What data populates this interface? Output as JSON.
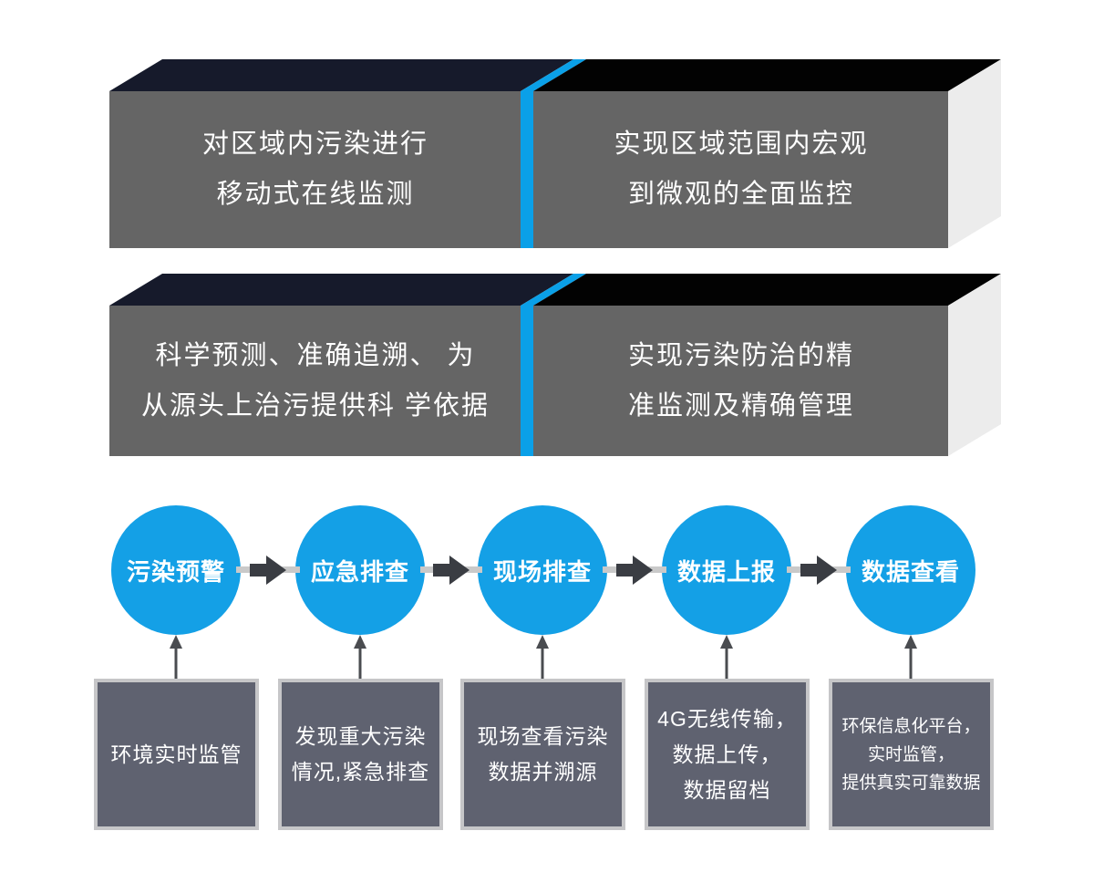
{
  "colors": {
    "accent_blue": "#14a0e6",
    "stripe_blue": "#0aa0e8",
    "banner_front_gray": "#656565",
    "banner_top_navy": "#161a2b",
    "banner_top_black": "#020202",
    "banner_side_light": "#ececec",
    "box_fill": "#5f6270",
    "box_border": "#c6c6c8",
    "connector_gray": "#c9c9c9",
    "arrow_dark": "#3a3d43",
    "up_arrow_dark": "#4a4c50"
  },
  "banners": [
    {
      "left_lines": [
        "对区域内污染进行",
        "移动式在线监测"
      ],
      "right_lines": [
        "实现区域范围内宏观",
        "到微观的全面监控"
      ]
    },
    {
      "left_lines": [
        "科学预测、准确追溯、 为",
        "从源头上治污提供科 学依据"
      ],
      "right_lines": [
        "实现污染防治的精",
        "准监测及精确管理"
      ]
    }
  ],
  "flow": {
    "steps": [
      {
        "circle": "污染预警",
        "box_lines": [
          "环境实时监管"
        ]
      },
      {
        "circle": "应急排查",
        "box_lines": [
          "发现重大污染",
          "情况,紧急排查"
        ]
      },
      {
        "circle": "现场排查",
        "box_lines": [
          "现场查看污染",
          "数据并溯源"
        ]
      },
      {
        "circle": "数据上报",
        "box_lines": [
          "4G无线传输，",
          "数据上传，",
          "数据留档"
        ]
      },
      {
        "circle": "数据查看",
        "box_lines": [
          "环保信息化平台，",
          "实时监管，",
          "提供真实可靠数据"
        ]
      }
    ]
  }
}
